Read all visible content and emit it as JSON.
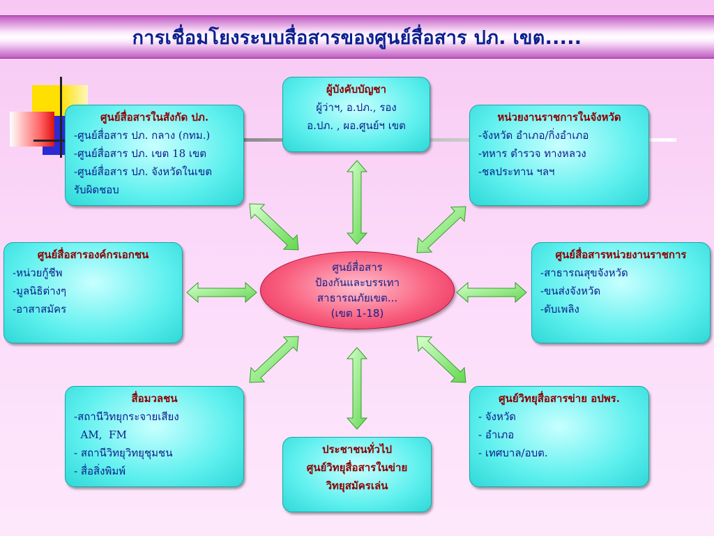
{
  "title": "การเชื่อมโยงระบบสื่อสารของศูนย์สื่อสาร ปภ. เขต.....",
  "center": {
    "lines": [
      "ศูนย์สื่อสาร",
      "ป้องกันและบรรเทา",
      "สาธารณภัยเขต...",
      "(เขต 1-18)"
    ]
  },
  "boxes": {
    "top": {
      "head": "ผู้บังคับบัญชา",
      "lines": [
        "ผู้ว่าฯ, อ.ปภ., รอง",
        "อ.ปภ. , ผอ.ศูนย์ฯ เขต"
      ]
    },
    "top_left": {
      "head": "ศูนย์สื่อสารในสังกัด ปภ.",
      "lines": [
        "-ศูนย์สื่อสาร ปภ. กลาง (กทม.)",
        "-ศูนย์สื่อสาร ปภ. เขต 18 เขต",
        "-ศูนย์สื่อสาร ปภ. จังหวัดในเขต",
        "รับผิดชอบ"
      ]
    },
    "top_right": {
      "head": "หน่วยงานราชการในจังหวัด",
      "lines": [
        "-จังหวัด อำเภอ/กิ่งอำเภอ",
        "-ทหาร ตำรวจ ทางหลวง",
        "-ชลประทาน  ฯลฯ"
      ]
    },
    "left": {
      "head": "ศูนย์สื่อสารองค์กรเอกชน",
      "lines": [
        "-หน่วยกู้ชีพ",
        "-มูลนิธิต่างๆ",
        "-อาสาสมัคร"
      ]
    },
    "right": {
      "head": "ศูนย์สื่อสารหน่วยงานราชการ",
      "lines": [
        "-สาธารณสุขจังหวัด",
        "-ขนส่งจังหวัด",
        "-ดับเพลิง"
      ]
    },
    "bottom_left": {
      "head": "สื่อมวลชน",
      "lines": [
        "-สถานีวิทยุกระจายเสียง",
        "  AM,  FM",
        "-  สถานีวิทยุวิทยุชุมชน",
        "-  สื่อสิ่งพิมพ์"
      ]
    },
    "bottom": {
      "head": "ประชาชนทั่วไป",
      "lines": [
        "ศูนย์วิทยุสื่อสารในข่าย",
        "วิทยุสมัครเล่น"
      ]
    },
    "bottom_right": {
      "head": "ศูนย์วิทยุสื่อสารข่าย อปพร.",
      "lines": [
        "-  จังหวัด",
        "-  อำเภอ",
        "-  เทศบาล/อบต."
      ]
    }
  },
  "colors": {
    "box_fill": "#5ef0ee",
    "center_fill": "#f9607f",
    "arrow_fill": "#9cf08a",
    "head_text": "#8b0000",
    "body_text": "#0d1c8a",
    "title_text": "#0b1f8f"
  }
}
